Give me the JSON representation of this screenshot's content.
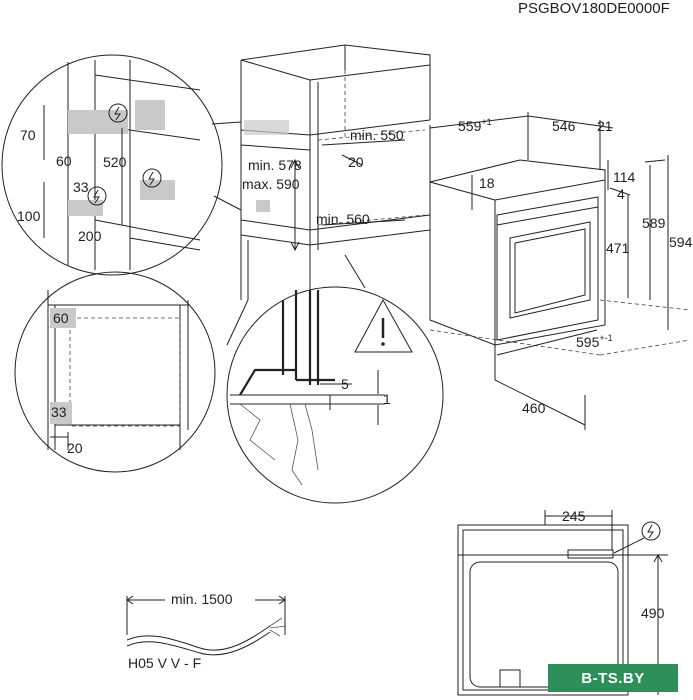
{
  "diagram": {
    "code": "PSGBOV180DE0000F",
    "detail_top_left": {
      "d70": "70",
      "d60": "60",
      "d520": "520",
      "d33": "33",
      "d100": "100",
      "d200": "200"
    },
    "cabinet": {
      "min578": "min. 578",
      "max590": "max. 590",
      "min550": "min. 550",
      "d20": "20",
      "min560": "min. 560"
    },
    "oven": {
      "d559": "559",
      "d559_sup": "+1",
      "d546": "546",
      "d21": "21",
      "d114": "114",
      "d4": "4",
      "d18": "18",
      "d589": "589",
      "d594": "594",
      "d471": "471",
      "d595": "595",
      "d595_sup": "+-1",
      "d460": "460"
    },
    "detail_left": {
      "d60": "60",
      "d33": "33",
      "d20": "20"
    },
    "detail_center": {
      "d5": "5",
      "d1": "1"
    },
    "cable": {
      "min1500": "min. 1500",
      "type": "H05 V V - F"
    },
    "back_view": {
      "d245": "245",
      "d490": "490"
    },
    "watermark": "B-TS.BY"
  }
}
